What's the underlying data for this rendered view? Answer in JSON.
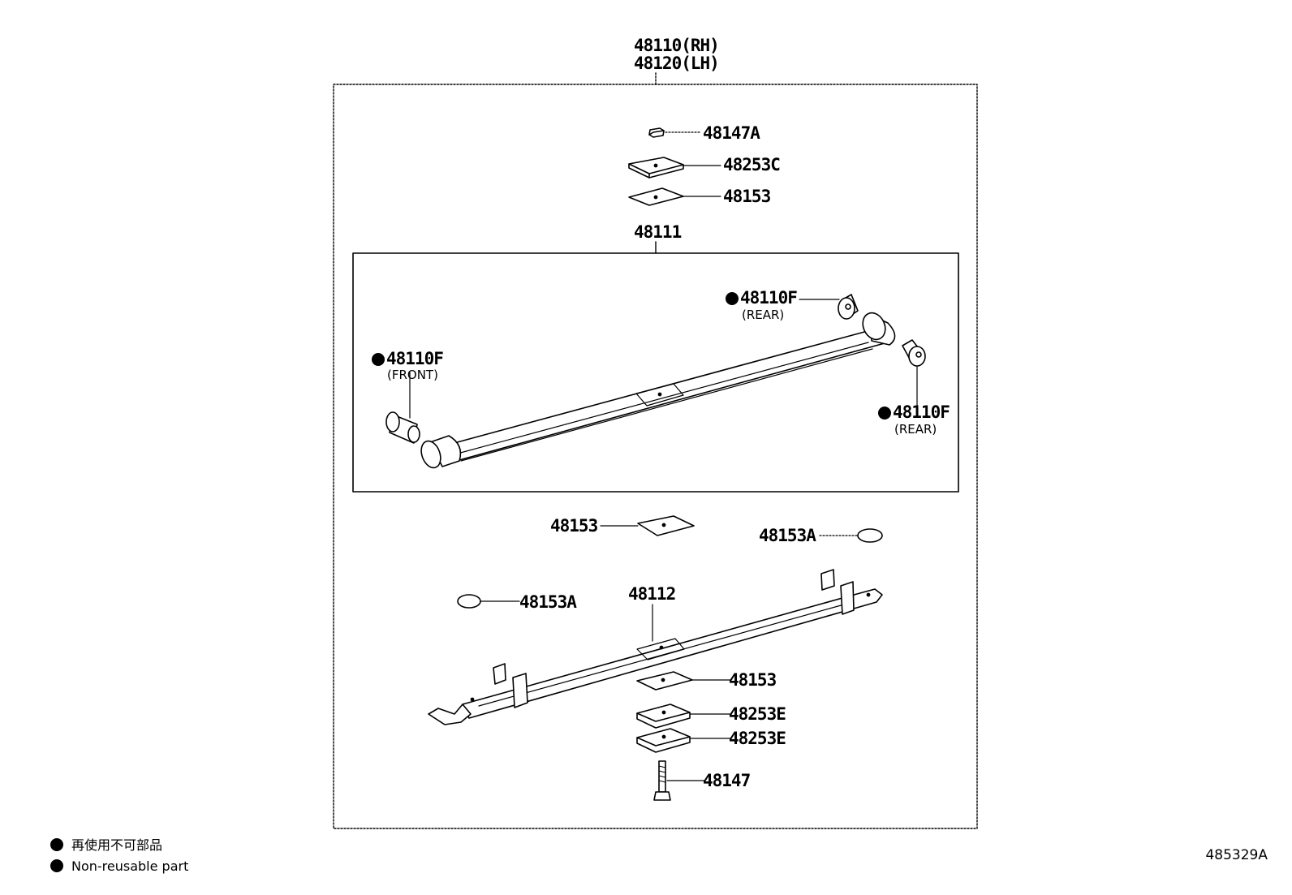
{
  "assembly": {
    "rh": "48110(RH)",
    "lh": "48120(LH)"
  },
  "group_label": "48111",
  "parts": {
    "p48147a": "48147A",
    "p48253c": "48253C",
    "p48153_top": "48153",
    "bush_rear_top": {
      "code": "48110F",
      "note": "(REAR)"
    },
    "bush_front": {
      "code": "48110F",
      "note": "(FRONT)"
    },
    "bush_rear_right": {
      "code": "48110F",
      "note": "(REAR)"
    },
    "p48153_mid": "48153",
    "p48153a_right": "48153A",
    "p48153a_left": "48153A",
    "p48112": "48112",
    "p48153_low": "48153",
    "p48253e_1": "48253E",
    "p48253e_2": "48253E",
    "p48147": "48147"
  },
  "legend": {
    "jp": "再使用不可部品",
    "en": "Non-reusable part"
  },
  "diagram_ref": "485329A"
}
